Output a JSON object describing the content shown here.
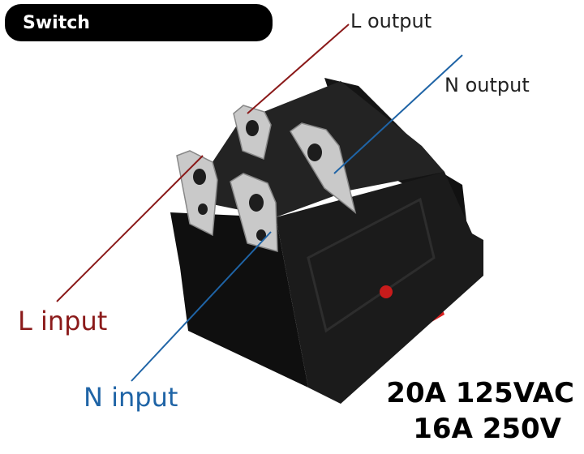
{
  "badge": {
    "title": "Switch"
  },
  "labels": {
    "l_output": "L output",
    "n_output": "N output",
    "l_input": "L input",
    "n_input": "N input"
  },
  "ratings": {
    "line1": "20A 125VAC",
    "line2": "16A 250V"
  },
  "colors": {
    "live": "#8b1a1a",
    "neutral": "#1f64a6",
    "switch_body": "#1a1a1a",
    "rocker": "#d92020",
    "terminal": "#c9c9c9"
  }
}
